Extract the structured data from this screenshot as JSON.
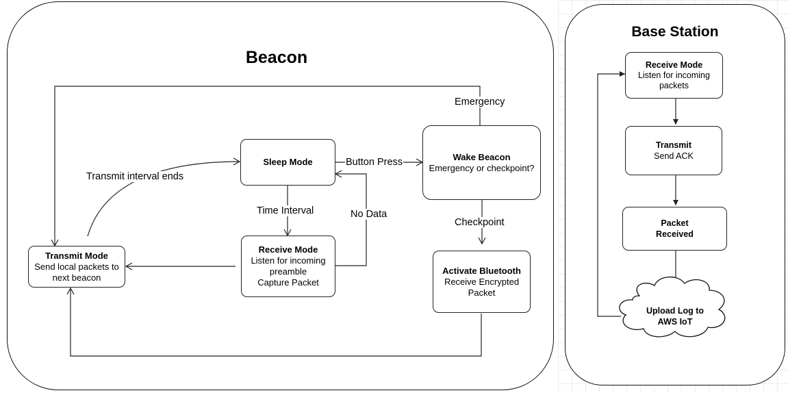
{
  "beacon": {
    "title": "Beacon",
    "nodes": {
      "sleep": {
        "title": "Sleep Mode"
      },
      "wake": {
        "title": "Wake Beacon",
        "lines": [
          "Emergency or checkpoint?"
        ]
      },
      "receive": {
        "title": "Receive Mode",
        "lines": [
          "Listen for incoming",
          "preamble",
          "Capture Packet"
        ]
      },
      "transmit": {
        "title": "Transmit Mode",
        "lines": [
          "Send local packets to",
          "next beacon"
        ]
      },
      "bluetooth": {
        "title": "Activate Bluetooth",
        "lines": [
          "Receive Encrypted",
          "Packet"
        ]
      }
    },
    "edge_labels": {
      "emergency": "Emergency",
      "button_press": "Button Press",
      "checkpoint": "Checkpoint",
      "time_interval": "Time Interval",
      "no_data": "No Data",
      "transmit_interval_ends": "Transmit interval ends"
    }
  },
  "base_station": {
    "title": "Base Station",
    "nodes": {
      "receive": {
        "title": "Receive Mode",
        "lines": [
          "Listen for incoming",
          "packets"
        ]
      },
      "transmit": {
        "title": "Transmit",
        "lines": [
          "Send ACK"
        ]
      },
      "packet": {
        "lines": [
          "Packet",
          "Received"
        ]
      },
      "upload": {
        "lines": [
          "Upload Log to",
          "AWS IoT"
        ]
      }
    }
  },
  "colors": {
    "stroke": "#222222",
    "background": "#ffffff",
    "grid": "#ececec"
  }
}
